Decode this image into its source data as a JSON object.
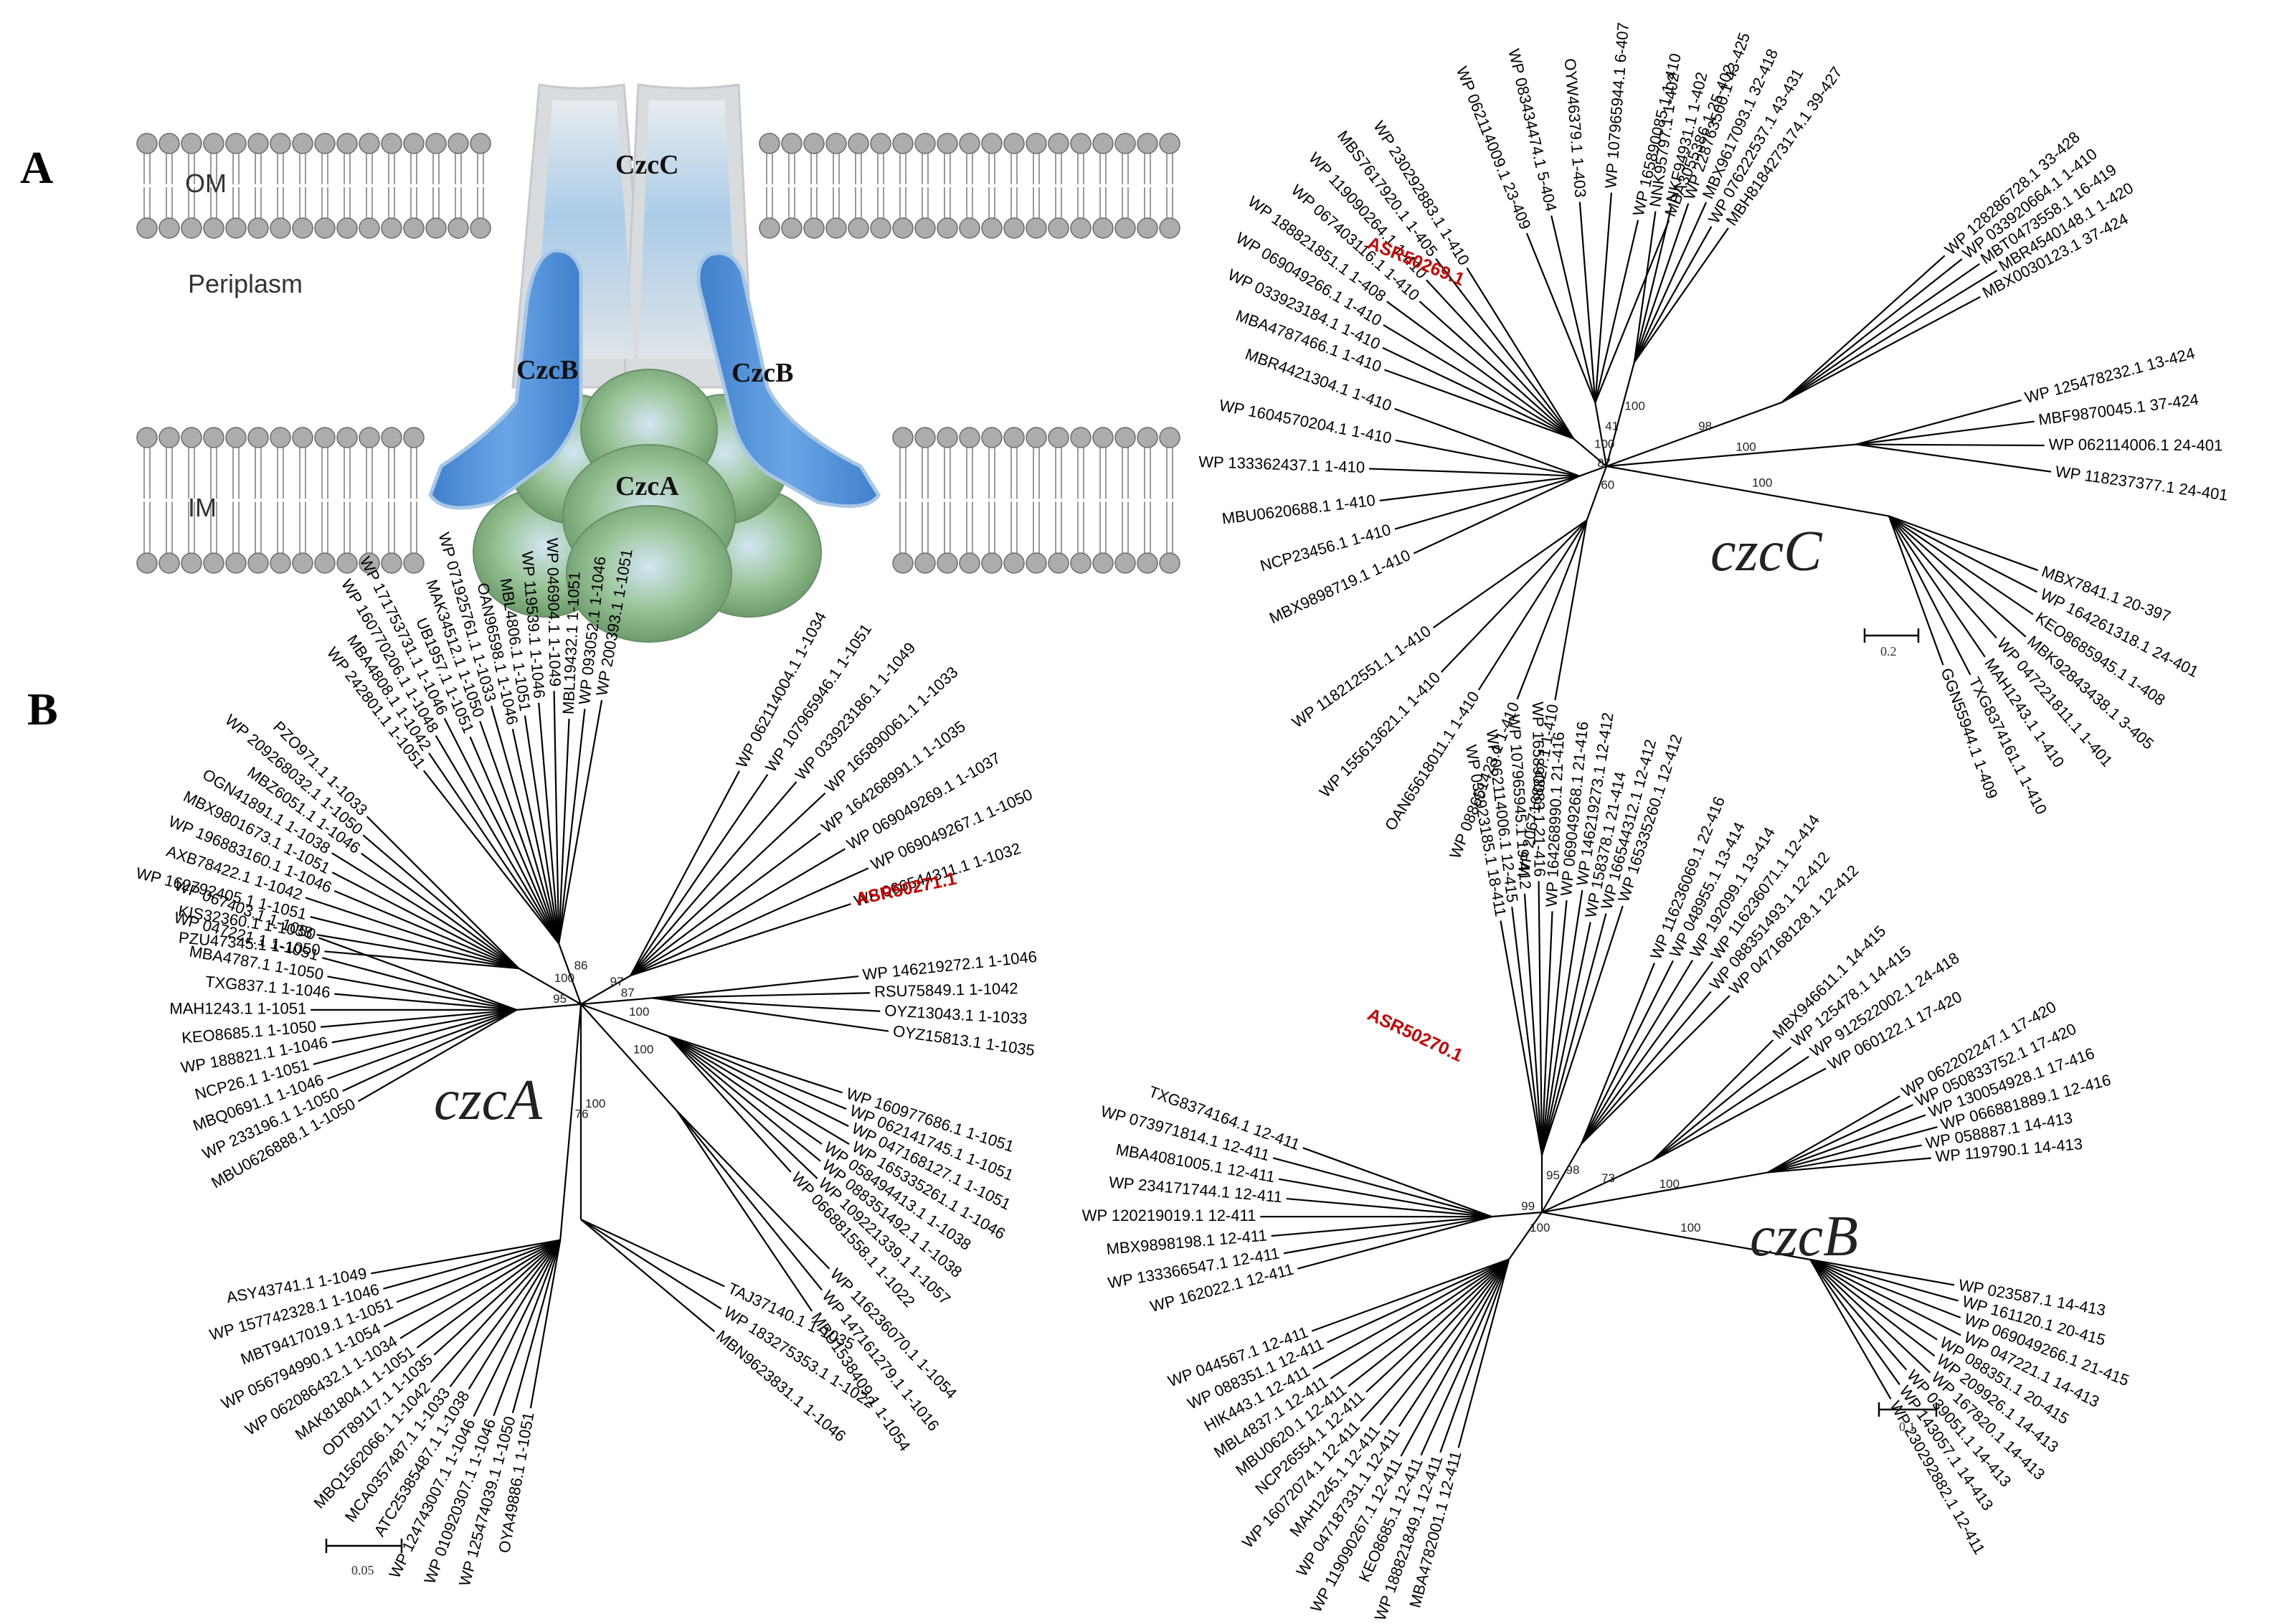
{
  "panels": {
    "a_label": "A",
    "b_label": "B"
  },
  "membrane": {
    "om": "OM",
    "periplasm": "Periplasm",
    "im": "IM"
  },
  "proteins": {
    "czcc": "CzcC",
    "czcb_left": "CzcB",
    "czcb_right": "CzcB",
    "czca": "CzcA"
  },
  "colors": {
    "czcc_fill": "#9cc3e6",
    "czcb_fill": "#4f8fd6",
    "czca_fill": "#86b584",
    "highlight": "#cc0000"
  },
  "trees": [
    {
      "id": "czcC",
      "title": "czcC",
      "scale_label": "0.2",
      "highlight_leaf": "ASR50269.1",
      "leaves": [
        "WP 062114009.1 23-409",
        "WP 083434474.1 5-404",
        "OYW46379.1 1-403",
        "WP 107965944.1 6-407",
        "WP 165890085.1 1-410",
        "MBA3055386.1 25-402",
        "NNK95797.1 1-402",
        "NKF94931.1 1-402",
        "WP 228763500.1 43-425",
        "MBX9617093.1 32-418",
        "WP 076222537.1 43-431",
        "MBH8184273174.1 39-427",
        "WP 128286728.1 33-428",
        "WP 033920664.1 1-410",
        "MBT0473558.1 16-419",
        "MBR4540148.1 1-420",
        "MBX0030123.1 37-424",
        "WP 125478232.1 13-424",
        "MBF9870045.1 37-424",
        "WP 062114006.1 24-401",
        "WP 118237377.1 24-401",
        "MBX7841.1 20-397",
        "WP 164261318.1 24-401",
        "KEO8685945.1 1-408",
        "MBK92843438.1 3-405",
        "WP 047221811.1 1-401",
        "MAH1243.1 1-410",
        "TXG8374161.1 1-410",
        "GGN55944.1 1-409",
        "MBA4787466.1 1-410",
        "WP 033923184.1 1-410",
        "WP 069049266.1 1-410",
        "WP 188821851.1 1-408",
        "WP 067403116.1 1-410",
        "WP 119090264.1 1-410",
        "MBS7617920.1 1-405",
        "WP 230292883.1 1-410",
        "MBX9898719.1 1-410",
        "NCP23456.1 1-410",
        "MBU0620688.1 1-410",
        "WP 133362437.1 1-410",
        "WP 1604570204.1 1-410",
        "MBR4421304.1 1-410",
        "WP 2067168827.1 1-410",
        "WP 088651423.1 1-410",
        "OAN65618011.1 1-410",
        "WP 155613621.1 1-410",
        "WP 118212551.1 1-410"
      ]
    },
    {
      "id": "czcA",
      "title": "czcA",
      "scale_label": "0.05",
      "highlight_leaf": "ASR50271.1",
      "leaves": [
        "WP 062114004.1 1-1034",
        "WP 107965946.1 1-1051",
        "WP 033923186.1 1-1049",
        "WP 165890061.1 1-1033",
        "WP 164268991.1 1-1035",
        "WP 069049269.1 1-1037",
        "WP 069049267.1 1-1050",
        "WP 066544311.1 1-1032",
        "WP 146219272.1 1-1046",
        "RSU75849.1 1-1042",
        "OYZ13043.1 1-1033",
        "OYZ15813.1 1-1035",
        "WP 160977686.1 1-1051",
        "WP 062141745.1 1-1051",
        "WP 047168127.1 1-1051",
        "WP 165335261.1 1-1046",
        "WP 058494413.1 1-1038",
        "WP 088351492.1 1-1038",
        "WP 109221339.1 1-1057",
        "WP 066881558.1 1-1022",
        "WP 116236070.1 1-1054",
        "WP 147161279.1 1-1016",
        "MBU1538409.1 1-1054",
        "TAJ37140.1 1-1035",
        "WP 183275353.1 1-1022",
        "MBN9623831.1 1-1046",
        "OYA49886.1 1-1051",
        "WP 125474039.1 1-1050",
        "WP 010920307.1 1-1046",
        "WP 124743007.1 1-1046",
        "ATC25385487.1 1-1038",
        "MCA0357487.1 1-1033",
        "MBQ1562066.1 1-1042",
        "ODT89117.1 1-1035",
        "MAK81804.1 1-1051",
        "WP 062086432.1 1-1034",
        "WP 056794990.1 1-1054",
        "MBT9417019.1 1-1051",
        "WP 157742328.1 1-1046",
        "ASY43741.1 1-1049",
        "PZU47345.1 1-1050",
        "KIS32360.1 1-1038",
        "WP 162792405.1 1-1051",
        "AXB78422.1 1-1042",
        "WP 196883160.1 1-1046",
        "MBX9801673.1 1-1051",
        "OGN41891.1 1-1038",
        "MBZ6051.1 1-1046",
        "WP 209268032.1 1-1050",
        "PZO971.1 1-1033",
        "WP 242801.1 1-1051",
        "MBA4808.1 1-1042",
        "WP 160770206.1 1-1048",
        "WP 171753731.1 1-1046",
        "UB1957.1 1-1051",
        "MAK34512.1 1-1050",
        "WP 071925761.1 1-1033",
        "OAN96598.1 1-1046",
        "MBL4806.1 1-1051",
        "WP 119539.1 1-1046",
        "WP 046904.1 1-1049",
        "MBL19432.1 1-1051",
        "WP 093052.1 1-1046",
        "WP 200393.1 1-1051",
        "MBU0626888.1 1-1050",
        "WP 233196.1 1-1050",
        "MBQ0691.1 1-1046",
        "NCP26.1 1-1051",
        "WP 188821.1 1-1046",
        "KEO8685.1 1-1050",
        "MAH1243.1 1-1051",
        "TXG837.1 1-1046",
        "MBA4787.1 1-1050",
        "WP 047221.1 1-1051",
        "WP 067403.1 1-1050"
      ]
    },
    {
      "id": "czcB",
      "title": "czcB",
      "scale_label": "0.1",
      "highlight_leaf": "ASR50270.1",
      "leaves": [
        "WP 033923185.1 18-411",
        "WP 062114006.1 12-415",
        "WP 107965945.1 19-412",
        "WP 165890083.1 21-416",
        "WP 164268990.1 21-416",
        "WP 069049268.1 21-416",
        "WP 146219273.1 12-412",
        "WP 158378.1 21-414",
        "WP 166544312.1 12-412",
        "WP 165335260.1 12-412",
        "WP 116236069.1 22-416",
        "WP 048955.1 13-414",
        "WP 192099.1 13-414",
        "WP 116236071.1 12-414",
        "WP 088351493.1 12-412",
        "WP 047168128.1 12-412",
        "MBX946611.1 14-415",
        "WP 125478.1 14-415",
        "WP 912522002.1 24-418",
        "WP 060122.1 17-420",
        "WP 062202247.1 17-420",
        "WP 050833752.1 17-420",
        "WP 130054928.1 17-416",
        "WP 066881889.1 12-416",
        "WP 058887.1 14-413",
        "WP 119790.1 14-413",
        "WP 023587.1 14-413",
        "WP 161120.1 20-415",
        "WP 069049266.1 21-415",
        "WP 047221.1 14-413",
        "WP 088351.1 20-415",
        "WP 209926.1 14-413",
        "WP 167820.1 14-413",
        "WP 039051.1 14-413",
        "WP 143057.1 14-413",
        "WP 230292882.1 12-411",
        "WP 162022.1 12-411",
        "WP 133366547.1 12-411",
        "MBX9898198.1 12-411",
        "WP 120219019.1 12-411",
        "WP 234171744.1 12-411",
        "MBA4081005.1 12-411",
        "WP 073971814.1 12-411",
        "TXG8374164.1 12-411",
        "MBA4782001.1 12-411",
        "WP 188821849.1 12-411",
        "KEO8685.1 12-411",
        "WP 119090267.1 12-411",
        "WP 047187331.1 12-411",
        "MAH1245.1 12-411",
        "WP 16072074.1 12-411",
        "NCP26554.1 12-411",
        "MBU0620.1 12-411",
        "MBL4837.1 12-411",
        "HIK443.1 12-411",
        "WP 088351.1 12-411",
        "WP 044567.1 12-411"
      ]
    }
  ]
}
